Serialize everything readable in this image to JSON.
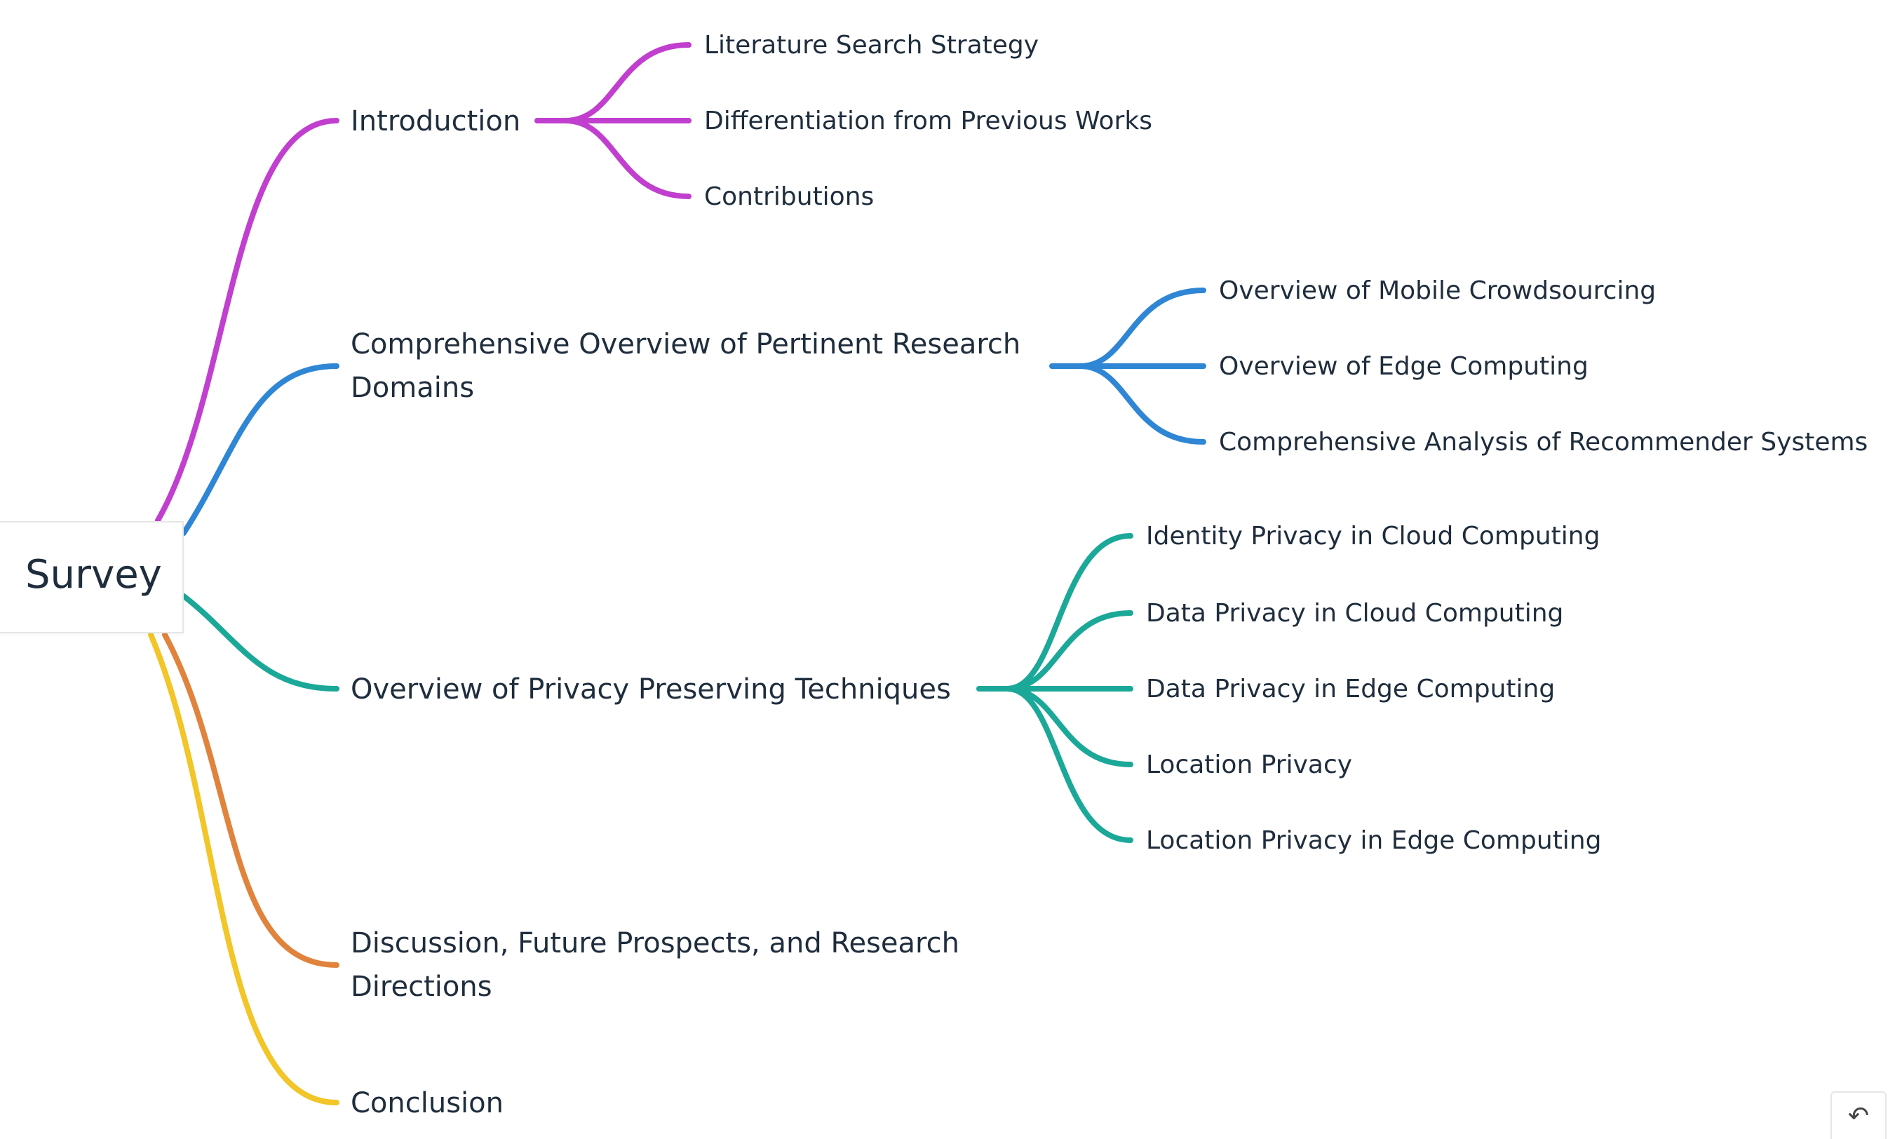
{
  "root": {
    "label": "Survey"
  },
  "colors": {
    "introduction": "#c13fcf",
    "research_domains": "#2f86d4",
    "privacy_techniques": "#1ba898",
    "discussion": "#e0833c",
    "conclusion": "#f2c528"
  },
  "branches": {
    "introduction": {
      "label": "Introduction",
      "children": [
        "Literature Search Strategy",
        "Differentiation from Previous Works",
        "Contributions"
      ]
    },
    "research_domains": {
      "label_line1": "Comprehensive Overview of Pertinent Research",
      "label_line2": "Domains",
      "children": [
        "Overview of Mobile Crowdsourcing",
        "Overview of Edge Computing",
        "Comprehensive Analysis of Recommender Systems"
      ]
    },
    "privacy_techniques": {
      "label": "Overview of Privacy Preserving Techniques",
      "children": [
        "Identity Privacy in Cloud Computing",
        "Data Privacy in Cloud Computing",
        "Data Privacy in Edge Computing",
        "Location Privacy",
        "Location Privacy in Edge Computing"
      ]
    },
    "discussion": {
      "label_line1": "Discussion, Future Prospects, and Research",
      "label_line2": "Directions"
    },
    "conclusion": {
      "label": "Conclusion"
    }
  },
  "controls": {
    "undo_icon": "↶"
  }
}
